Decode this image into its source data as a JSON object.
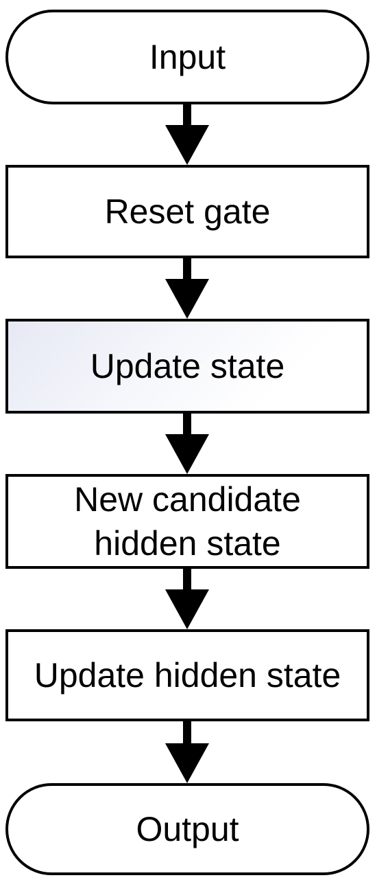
{
  "flowchart": {
    "nodes": [
      {
        "id": "input",
        "shape": "terminal",
        "label": "Input"
      },
      {
        "id": "reset-gate",
        "shape": "process",
        "label": "Reset gate"
      },
      {
        "id": "update-state",
        "shape": "process",
        "label": "Update state",
        "fill": "#e6e9f4"
      },
      {
        "id": "new-candidate",
        "shape": "process",
        "label_lines": [
          "New candidate",
          "hidden state"
        ]
      },
      {
        "id": "update-hidden-state",
        "shape": "process",
        "label": "Update hidden state"
      },
      {
        "id": "output",
        "shape": "terminal",
        "label": "Output"
      }
    ],
    "edges": [
      {
        "from": "input",
        "to": "reset-gate"
      },
      {
        "from": "reset-gate",
        "to": "update-state"
      },
      {
        "from": "update-state",
        "to": "new-candidate"
      },
      {
        "from": "new-candidate",
        "to": "update-hidden-state"
      },
      {
        "from": "update-hidden-state",
        "to": "output"
      }
    ],
    "colors": {
      "stroke": "#000000",
      "background": "#ffffff"
    }
  }
}
